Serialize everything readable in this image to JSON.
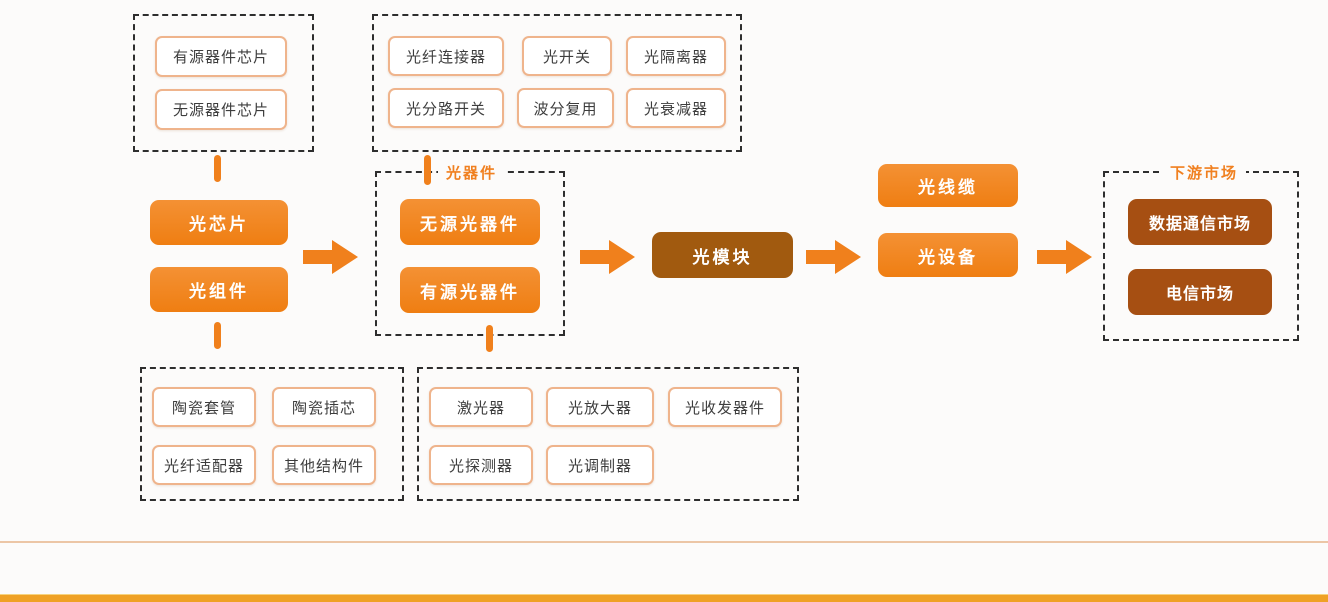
{
  "palette": {
    "accent_orange": "#F0801C",
    "node_orange": "#EF7E12",
    "node_brown": "#A15A0F",
    "node_dark_red": "#A64F12",
    "item_border": "#EFB48C",
    "dashed_border": "#2E2E2E",
    "footer_line": "#ECC6A6",
    "footer_bar": "#EFA125"
  },
  "groups": {
    "chip_types": {
      "items": [
        "有源器件芯片",
        "无源器件芯片"
      ]
    },
    "passive_components": {
      "items": [
        "光纤连接器",
        "光开关",
        "光隔离器",
        "光分路开关",
        "波分复用",
        "光衰减器"
      ]
    },
    "structural_parts": {
      "items": [
        "陶瓷套管",
        "陶瓷插芯",
        "光纤适配器",
        "其他结构件"
      ]
    },
    "active_components": {
      "items": [
        "激光器",
        "光放大器",
        "光收发器件",
        "光探测器",
        "光调制器"
      ]
    },
    "optical_device": {
      "label": "光器件",
      "nodes": [
        "无源光器件",
        "有源光器件"
      ]
    },
    "downstream_market": {
      "label": "下游市场",
      "nodes": [
        "数据通信市场",
        "电信市场"
      ]
    }
  },
  "nodes": {
    "optical_chip": "光芯片",
    "optical_component": "光组件",
    "optical_module": "光模块",
    "optical_cable": "光线缆",
    "optical_equipment": "光设备"
  }
}
